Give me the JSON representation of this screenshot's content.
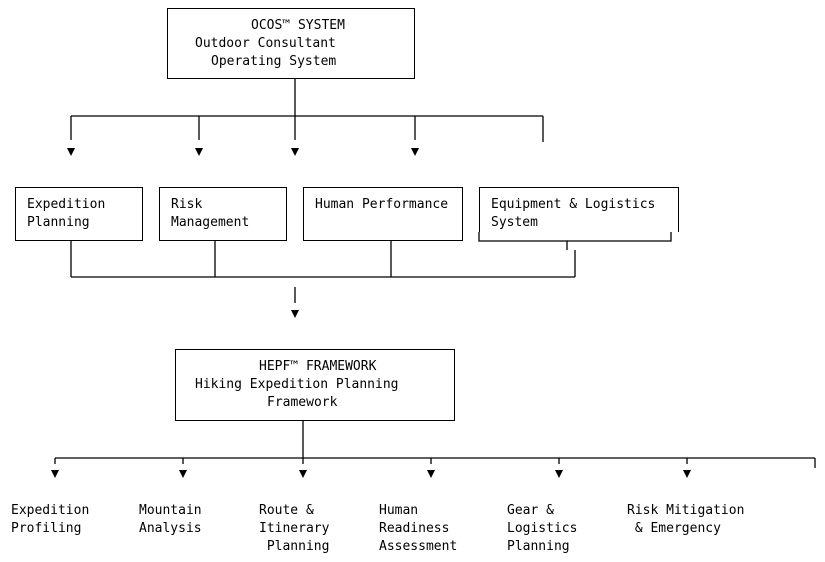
{
  "system": {
    "lines": [
      "OCOS™ SYSTEM",
      "Outdoor Consultant",
      "Operating System"
    ]
  },
  "modules": [
    {
      "lines": [
        "Expedition",
        "Planning"
      ]
    },
    {
      "lines": [
        "Risk",
        "Management"
      ]
    },
    {
      "lines": [
        "Human Performance"
      ]
    },
    {
      "lines": [
        "Equipment & Logistics",
        "System"
      ]
    }
  ],
  "framework": {
    "lines": [
      "HEPF™ FRAMEWORK",
      "Hiking Expedition Planning",
      "Framework"
    ]
  },
  "components": [
    {
      "lines": [
        "Expedition",
        "Profiling"
      ]
    },
    {
      "lines": [
        "Mountain",
        "Analysis"
      ]
    },
    {
      "lines": [
        "Route &",
        "Itinerary",
        " Planning"
      ]
    },
    {
      "lines": [
        "Human",
        "Readiness",
        "Assessment"
      ]
    },
    {
      "lines": [
        "Gear &",
        "Logistics",
        "Planning"
      ]
    },
    {
      "lines": [
        "Risk Mitigation",
        " & Emergency"
      ]
    }
  ],
  "colors": {
    "line": "#000000",
    "background": "#ffffff"
  }
}
